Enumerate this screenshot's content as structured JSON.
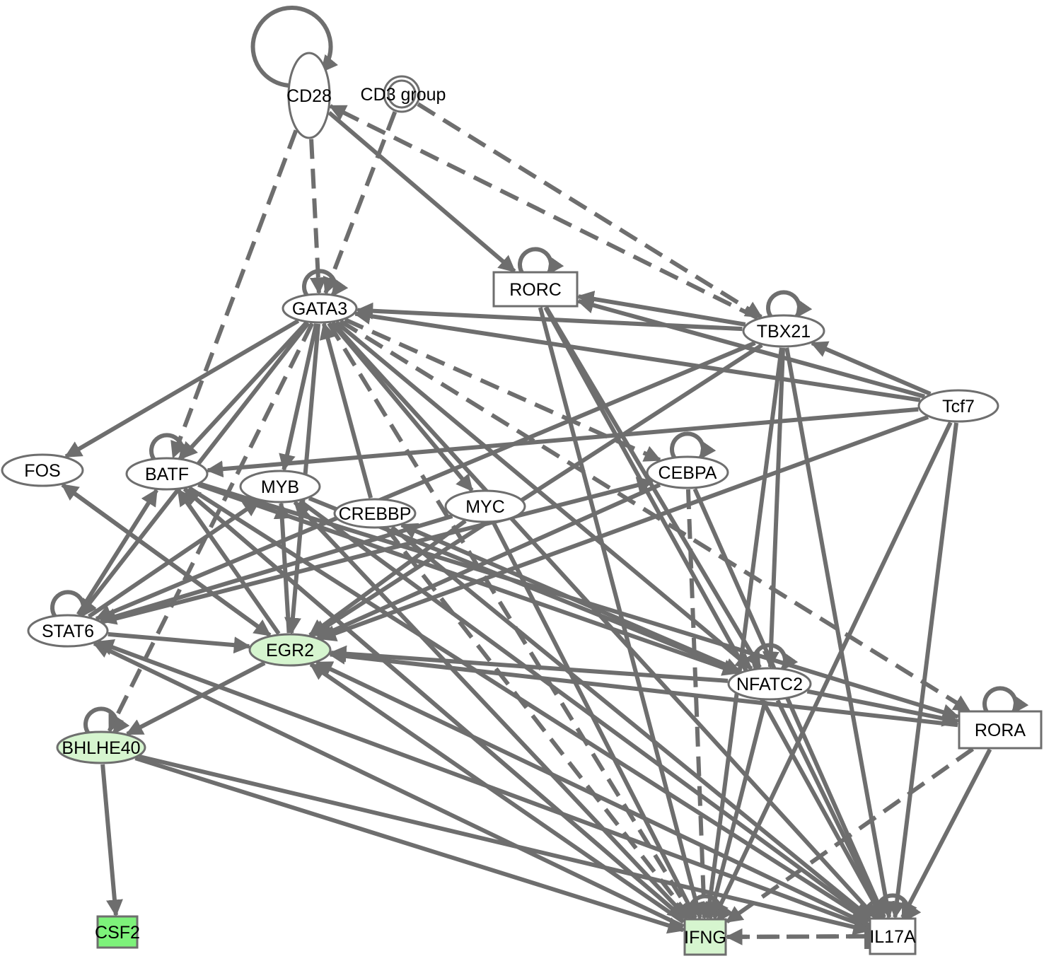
{
  "diagram": {
    "colors": {
      "edge": "#6e6e6e",
      "node_fill": "#ffffff",
      "node_highlight_light": "#d6f5cf",
      "node_highlight_strong": "#7df27a"
    },
    "nodes": [
      {
        "id": "CD28",
        "label": "CD28",
        "shape": "ellipse",
        "fill": "#ffffff",
        "self_loop": true
      },
      {
        "id": "CD3group",
        "label": "CD3 group",
        "shape": "double-circle",
        "fill": "#ffffff",
        "self_loop": false
      },
      {
        "id": "GATA3",
        "label": "GATA3",
        "shape": "ellipse",
        "fill": "#ffffff",
        "self_loop": true
      },
      {
        "id": "RORC",
        "label": "RORC",
        "shape": "rectangle",
        "fill": "#ffffff",
        "self_loop": true
      },
      {
        "id": "TBX21",
        "label": "TBX21",
        "shape": "ellipse",
        "fill": "#ffffff",
        "self_loop": true
      },
      {
        "id": "Tcf7",
        "label": "Tcf7",
        "shape": "ellipse",
        "fill": "#ffffff",
        "self_loop": false
      },
      {
        "id": "FOS",
        "label": "FOS",
        "shape": "ellipse",
        "fill": "#ffffff",
        "self_loop": false
      },
      {
        "id": "BATF",
        "label": "BATF",
        "shape": "ellipse",
        "fill": "#ffffff",
        "self_loop": true
      },
      {
        "id": "MYB",
        "label": "MYB",
        "shape": "ellipse",
        "fill": "#ffffff",
        "self_loop": false
      },
      {
        "id": "CREBBP",
        "label": "CREBBP",
        "shape": "ellipse",
        "fill": "#ffffff",
        "self_loop": false
      },
      {
        "id": "MYC",
        "label": "MYC",
        "shape": "ellipse",
        "fill": "#ffffff",
        "self_loop": false
      },
      {
        "id": "CEBPA",
        "label": "CEBPA",
        "shape": "ellipse",
        "fill": "#ffffff",
        "self_loop": true
      },
      {
        "id": "STAT6",
        "label": "STAT6",
        "shape": "ellipse",
        "fill": "#ffffff",
        "self_loop": true
      },
      {
        "id": "EGR2",
        "label": "EGR2",
        "shape": "ellipse",
        "fill": "#d6f5cf",
        "self_loop": false
      },
      {
        "id": "NFATC2",
        "label": "NFATC2",
        "shape": "ellipse",
        "fill": "#ffffff",
        "self_loop": true
      },
      {
        "id": "RORA",
        "label": "RORA",
        "shape": "rectangle",
        "fill": "#ffffff",
        "self_loop": true
      },
      {
        "id": "BHLHE40",
        "label": "BHLHE40",
        "shape": "ellipse",
        "fill": "#d6f5cf",
        "self_loop": true
      },
      {
        "id": "CSF2",
        "label": "CSF2",
        "shape": "rectangle",
        "fill": "#7df27a",
        "self_loop": false
      },
      {
        "id": "IFNG",
        "label": "IFNG",
        "shape": "rectangle",
        "fill": "#d6f5cf",
        "self_loop": true
      },
      {
        "id": "IL17A",
        "label": "IL17A",
        "shape": "rectangle",
        "fill": "#ffffff",
        "self_loop": true
      }
    ],
    "edges": [
      {
        "from": "CD28",
        "to": "GATA3",
        "style": "dashed",
        "arrow": "arrow"
      },
      {
        "from": "CD28",
        "to": "BATF",
        "style": "dashed",
        "arrow": "arrow"
      },
      {
        "from": "CD28",
        "to": "RORC",
        "style": "solid",
        "arrow": "arrow"
      },
      {
        "from": "TBX21",
        "to": "CD28",
        "style": "dashed",
        "arrow": "arrow"
      },
      {
        "from": "CD3group",
        "to": "GATA3",
        "style": "dashed",
        "arrow": "arrow"
      },
      {
        "from": "CD3group",
        "to": "TBX21",
        "style": "dashed",
        "arrow": "arrow"
      },
      {
        "from": "TBX21",
        "to": "GATA3",
        "style": "solid",
        "arrow": "arrow"
      },
      {
        "from": "TBX21",
        "to": "RORC",
        "style": "solid",
        "arrow": "arrow"
      },
      {
        "from": "Tcf7",
        "to": "GATA3",
        "style": "solid",
        "arrow": "arrow"
      },
      {
        "from": "Tcf7",
        "to": "TBX21",
        "style": "solid",
        "arrow": "arrow"
      },
      {
        "from": "Tcf7",
        "to": "RORC",
        "style": "solid",
        "arrow": "arrow"
      },
      {
        "from": "Tcf7",
        "to": "BATF",
        "style": "solid",
        "arrow": "arrow"
      },
      {
        "from": "Tcf7",
        "to": "EGR2",
        "style": "solid",
        "arrow": "arrow"
      },
      {
        "from": "Tcf7",
        "to": "IFNG",
        "style": "solid",
        "arrow": "arrow"
      },
      {
        "from": "Tcf7",
        "to": "IL17A",
        "style": "solid",
        "arrow": "arrow"
      },
      {
        "from": "GATA3",
        "to": "FOS",
        "style": "solid",
        "arrow": "arrow"
      },
      {
        "from": "GATA3",
        "to": "BATF",
        "style": "solid",
        "arrow": "arrow"
      },
      {
        "from": "GATA3",
        "to": "MYB",
        "style": "solid",
        "arrow": "arrow"
      },
      {
        "from": "GATA3",
        "to": "MYC",
        "style": "solid",
        "arrow": "arrow"
      },
      {
        "from": "GATA3",
        "to": "CEBPA",
        "style": "dashed",
        "arrow": "arrow"
      },
      {
        "from": "GATA3",
        "to": "STAT6",
        "style": "solid",
        "arrow": "arrow"
      },
      {
        "from": "GATA3",
        "to": "EGR2",
        "style": "solid",
        "arrow": "arrow"
      },
      {
        "from": "GATA3",
        "to": "BHLHE40",
        "style": "dashed",
        "arrow": "arrow"
      },
      {
        "from": "GATA3",
        "to": "NFATC2",
        "style": "solid",
        "arrow": "arrow"
      },
      {
        "from": "GATA3",
        "to": "IFNG",
        "style": "dashed",
        "arrow": "arrow"
      },
      {
        "from": "GATA3",
        "to": "IL17A",
        "style": "solid",
        "arrow": "arrow"
      },
      {
        "from": "GATA3",
        "to": "RORA",
        "style": "dashed",
        "arrow": "arrow"
      },
      {
        "from": "CREBBP",
        "to": "GATA3",
        "style": "solid",
        "arrow": "arrow"
      },
      {
        "from": "RORC",
        "to": "IFNG",
        "style": "solid",
        "arrow": "arrow"
      },
      {
        "from": "RORC",
        "to": "IL17A",
        "style": "solid",
        "arrow": "arrow"
      },
      {
        "from": "RORC",
        "to": "NFATC2",
        "style": "solid",
        "arrow": "arrow"
      },
      {
        "from": "TBX21",
        "to": "IFNG",
        "style": "solid",
        "arrow": "arrow"
      },
      {
        "from": "TBX21",
        "to": "IL17A",
        "style": "solid",
        "arrow": "arrow"
      },
      {
        "from": "TBX21",
        "to": "NFATC2",
        "style": "solid",
        "arrow": "arrow"
      },
      {
        "from": "TBX21",
        "to": "EGR2",
        "style": "solid",
        "arrow": "arrow"
      },
      {
        "from": "TBX21",
        "to": "STAT6",
        "style": "solid",
        "arrow": "arrow"
      },
      {
        "from": "CEBPA",
        "to": "IFNG",
        "style": "dashed",
        "arrow": "arrow"
      },
      {
        "from": "CEBPA",
        "to": "IL17A",
        "style": "solid",
        "arrow": "arrow"
      },
      {
        "from": "CEBPA",
        "to": "EGR2",
        "style": "solid",
        "arrow": "arrow"
      },
      {
        "from": "EGR2",
        "to": "FOS",
        "style": "solid",
        "arrow": "arrow"
      },
      {
        "from": "EGR2",
        "to": "BATF",
        "style": "solid",
        "arrow": "arrow"
      },
      {
        "from": "EGR2",
        "to": "MYB",
        "style": "solid",
        "arrow": "arrow"
      },
      {
        "from": "EGR2",
        "to": "BHLHE40",
        "style": "solid",
        "arrow": "arrow"
      },
      {
        "from": "STAT6",
        "to": "EGR2",
        "style": "solid",
        "arrow": "arrow"
      },
      {
        "from": "STAT6",
        "to": "BATF",
        "style": "solid",
        "arrow": "arrow"
      },
      {
        "from": "STAT6",
        "to": "CEBPA",
        "style": "solid",
        "arrow": "arrow"
      },
      {
        "from": "STAT6",
        "to": "MYB",
        "style": "solid",
        "arrow": "arrow"
      },
      {
        "from": "MYC",
        "to": "STAT6",
        "style": "solid",
        "arrow": "arrow"
      },
      {
        "from": "MYC",
        "to": "EGR2",
        "style": "solid",
        "arrow": "arrow"
      },
      {
        "from": "BATF",
        "to": "IFNG",
        "style": "solid",
        "arrow": "arrow"
      },
      {
        "from": "BATF",
        "to": "IL17A",
        "style": "solid",
        "arrow": "arrow"
      },
      {
        "from": "BATF",
        "to": "NFATC2",
        "style": "solid",
        "arrow": "arrow"
      },
      {
        "from": "BATF",
        "to": "RORA",
        "style": "solid",
        "arrow": "arrow"
      },
      {
        "from": "MYB",
        "to": "IL17A",
        "style": "solid",
        "arrow": "arrow"
      },
      {
        "from": "MYB",
        "to": "NFATC2",
        "style": "solid",
        "arrow": "arrow"
      },
      {
        "from": "NFATC2",
        "to": "EGR2",
        "style": "solid",
        "arrow": "arrow"
      },
      {
        "from": "NFATC2",
        "to": "IFNG",
        "style": "solid",
        "arrow": "arrow"
      },
      {
        "from": "NFATC2",
        "to": "IL17A",
        "style": "solid",
        "arrow": "arrow"
      },
      {
        "from": "NFATC2",
        "to": "RORA",
        "style": "solid",
        "arrow": "arrow"
      },
      {
        "from": "NFATC2",
        "to": "CREBBP",
        "style": "solid",
        "arrow": "arrow"
      },
      {
        "from": "RORA",
        "to": "IFNG",
        "style": "dashed",
        "arrow": "arrow"
      },
      {
        "from": "RORA",
        "to": "IL17A",
        "style": "solid",
        "arrow": "arrow"
      },
      {
        "from": "RORA",
        "to": "EGR2",
        "style": "solid",
        "arrow": "arrow"
      },
      {
        "from": "IFNG",
        "to": "STAT6",
        "style": "solid",
        "arrow": "arrow"
      },
      {
        "from": "IFNG",
        "to": "EGR2",
        "style": "solid",
        "arrow": "arrow"
      },
      {
        "from": "IFNG",
        "to": "MYB",
        "style": "solid",
        "arrow": "arrow"
      },
      {
        "from": "IFNG",
        "to": "BATF",
        "style": "solid",
        "arrow": "arrow"
      },
      {
        "from": "IL17A",
        "to": "STAT6",
        "style": "solid",
        "arrow": "arrow"
      },
      {
        "from": "IL17A",
        "to": "EGR2",
        "style": "solid",
        "arrow": "arrow"
      },
      {
        "from": "IL17A",
        "to": "IFNG",
        "style": "dashed",
        "arrow": "arrow"
      },
      {
        "from": "IFNG",
        "to": "IL17A",
        "style": "dashed",
        "arrow": "inhibit"
      },
      {
        "from": "BHLHE40",
        "to": "CSF2",
        "style": "solid",
        "arrow": "arrow"
      },
      {
        "from": "BHLHE40",
        "to": "IFNG",
        "style": "solid",
        "arrow": "arrow"
      },
      {
        "from": "BHLHE40",
        "to": "IL17A",
        "style": "solid",
        "arrow": "arrow"
      },
      {
        "from": "FOS",
        "to": "EGR2",
        "style": "solid",
        "arrow": "arrow"
      },
      {
        "from": "CREBBP",
        "to": "IFNG",
        "style": "dashed",
        "arrow": "arrow"
      },
      {
        "from": "CREBBP",
        "to": "IL17A",
        "style": "solid",
        "arrow": "arrow"
      },
      {
        "from": "MYC",
        "to": "IFNG",
        "style": "solid",
        "arrow": "arrow"
      }
    ]
  }
}
